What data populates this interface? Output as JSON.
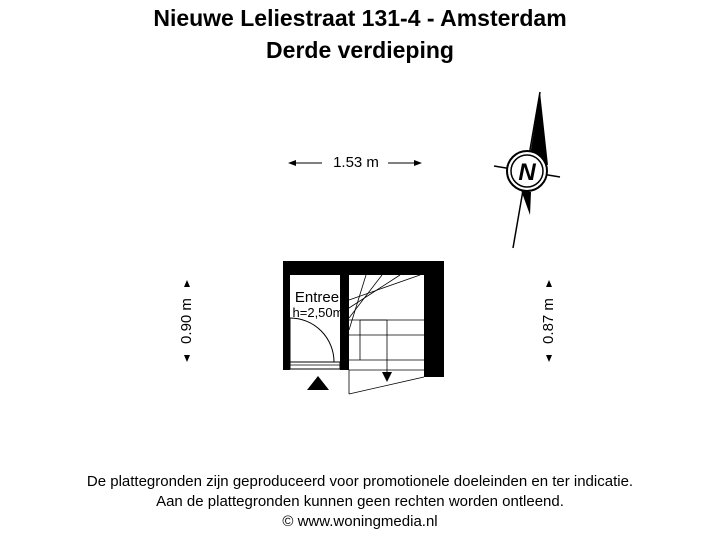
{
  "header": {
    "title": "Nieuwe Leliestraat 131-4 - Amsterdam",
    "floor": "Derde verdieping"
  },
  "dimensions": {
    "width_top": "1.53 m",
    "height_left": "0.90 m",
    "height_right": "0.87 m"
  },
  "room": {
    "name": "Entree",
    "height": "h=2,50m"
  },
  "compass": {
    "letter": "N"
  },
  "footer": {
    "line1": "De plattegronden zijn geproduceerd voor promotionele doeleinden en ter indicatie.",
    "line2": "Aan de plattegronden kunnen geen rechten worden ontleend.",
    "line3": "© www.woningmedia.nl"
  }
}
